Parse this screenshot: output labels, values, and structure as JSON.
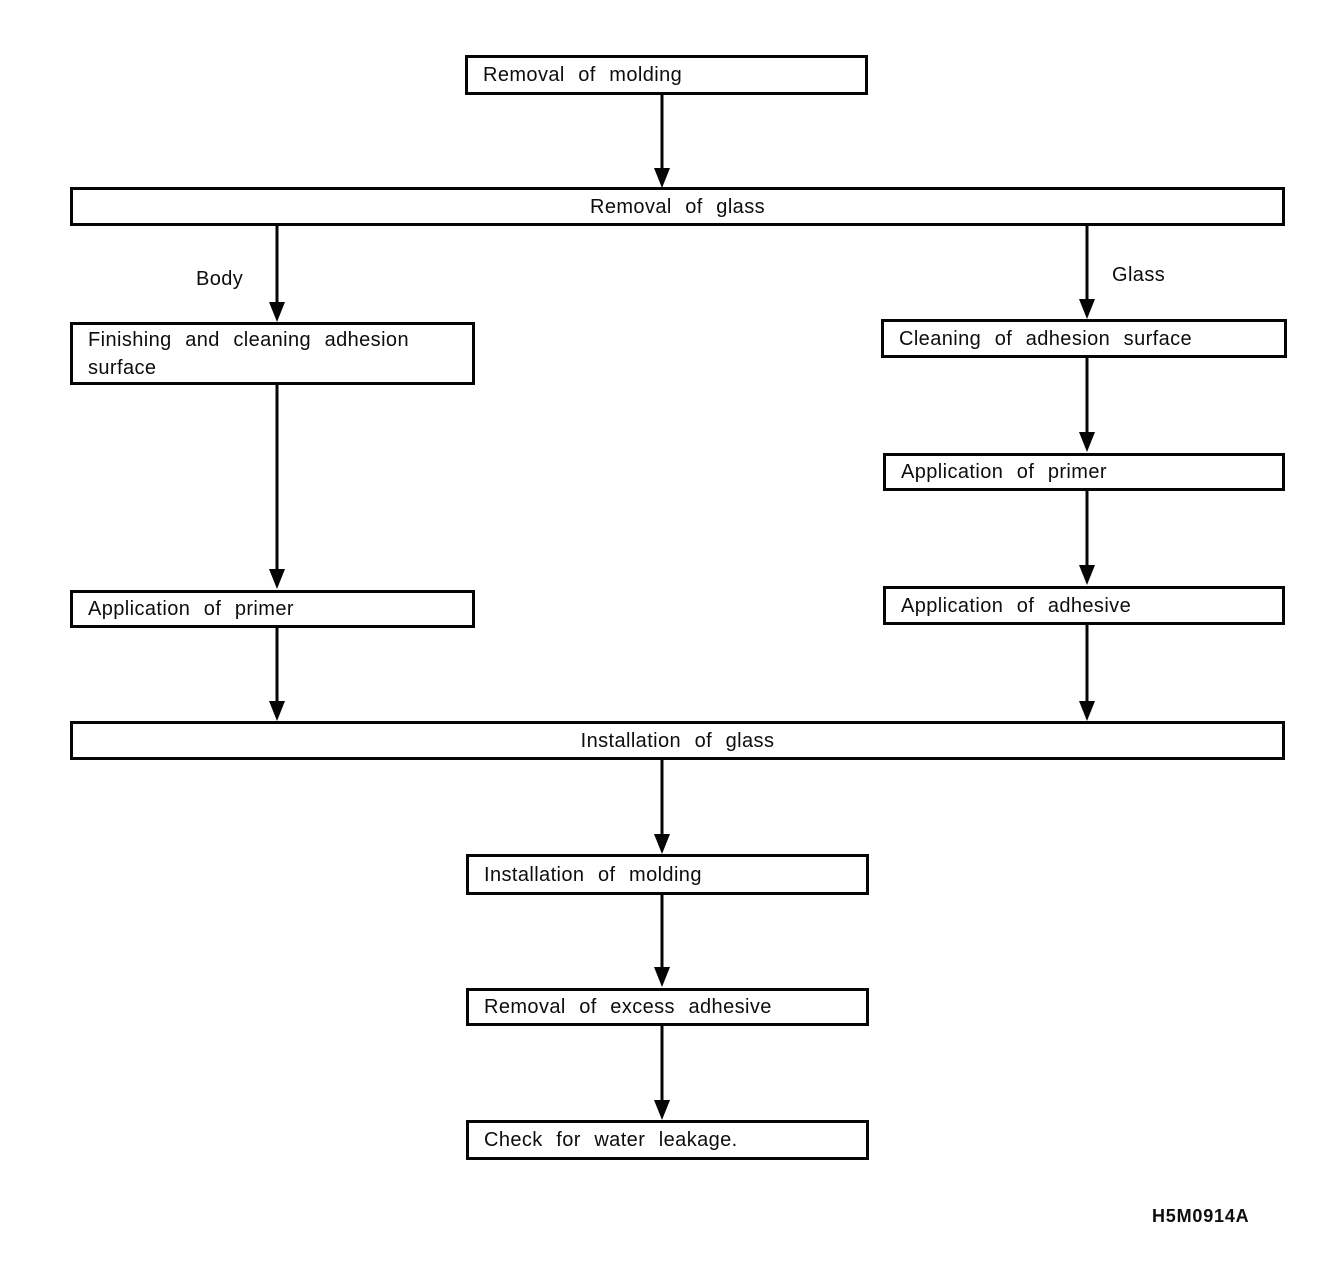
{
  "diagram": {
    "nodes": {
      "removal_of_molding": "Removal of molding",
      "removal_of_glass": "Removal of glass",
      "finishing_and_cleaning_adhesion_surface": "Finishing and cleaning adhesion surface",
      "application_of_primer_body": "Application of primer",
      "cleaning_of_adhesion_surface": "Cleaning of adhesion surface",
      "application_of_primer_glass": "Application of primer",
      "application_of_adhesive": "Application of adhesive",
      "installation_of_glass": "Installation of glass",
      "installation_of_molding": "Installation of molding",
      "removal_of_excess_adhesive": "Removal of excess adhesive",
      "check_for_water_leakage": "Check for water leakage."
    },
    "branch_labels": {
      "body": "Body",
      "glass": "Glass"
    },
    "figure_code": "H5M0914A",
    "colors": {
      "line": "#050505",
      "background": "#ffffff"
    },
    "edges": [
      {
        "from": "removal_of_molding",
        "to": "removal_of_glass"
      },
      {
        "from": "removal_of_glass",
        "to": "finishing_and_cleaning_adhesion_surface",
        "label": "Body"
      },
      {
        "from": "finishing_and_cleaning_adhesion_surface",
        "to": "application_of_primer_body"
      },
      {
        "from": "application_of_primer_body",
        "to": "installation_of_glass"
      },
      {
        "from": "removal_of_glass",
        "to": "cleaning_of_adhesion_surface",
        "label": "Glass"
      },
      {
        "from": "cleaning_of_adhesion_surface",
        "to": "application_of_primer_glass"
      },
      {
        "from": "application_of_primer_glass",
        "to": "application_of_adhesive"
      },
      {
        "from": "application_of_adhesive",
        "to": "installation_of_glass"
      },
      {
        "from": "installation_of_glass",
        "to": "installation_of_molding"
      },
      {
        "from": "installation_of_molding",
        "to": "removal_of_excess_adhesive"
      },
      {
        "from": "removal_of_excess_adhesive",
        "to": "check_for_water_leakage"
      }
    ]
  }
}
